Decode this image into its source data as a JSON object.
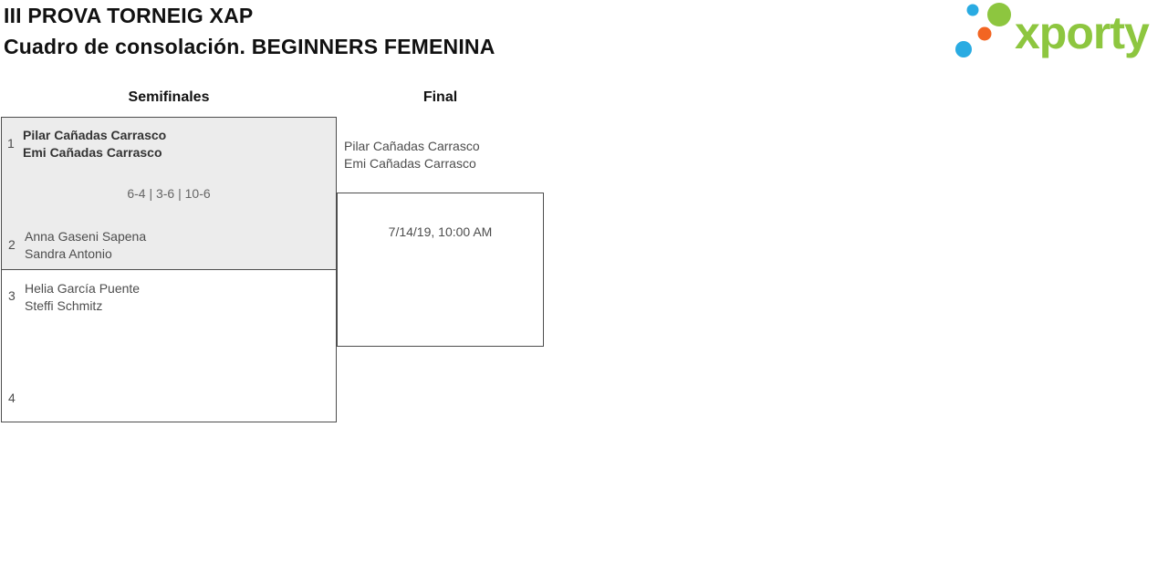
{
  "header": {
    "title": "III PROVA TORNEIG XAP",
    "subtitle": "Cuadro de consolación. BEGINNERS FEMENINA"
  },
  "logo": {
    "text": "xporty",
    "colors": {
      "green": "#8DC63F",
      "blue": "#29ABE2",
      "orange": "#F26522"
    }
  },
  "rounds": {
    "semifinals_label": "Semifinales",
    "final_label": "Final"
  },
  "bracket": {
    "semifinal1": {
      "seed1": "1",
      "team1": {
        "line1": "Pilar Cañadas Carrasco",
        "line2": "Emi Cañadas Carrasco"
      },
      "score": "6-4 | 3-6 | 10-6",
      "seed2": "2",
      "team2": {
        "line1": "Anna Gaseni Sapena",
        "line2": "Sandra Antonio"
      }
    },
    "semifinal2": {
      "seed1": "3",
      "team1": {
        "line1": "Helia García Puente",
        "line2": "Steffi Schmitz"
      },
      "seed2": "4"
    },
    "final": {
      "winner": {
        "line1": "Pilar Cañadas Carrasco",
        "line2": "Emi Cañadas Carrasco"
      },
      "datetime": "7/14/19, 10:00 AM"
    }
  }
}
